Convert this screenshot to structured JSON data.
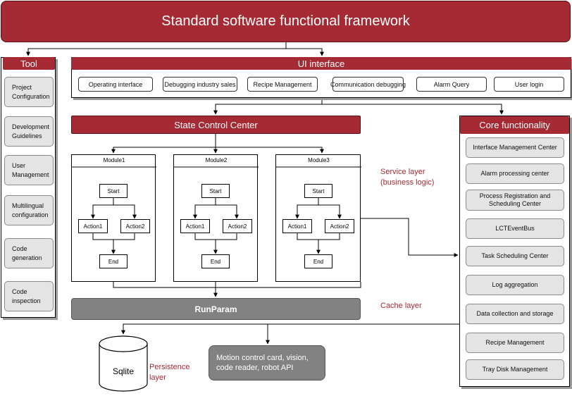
{
  "title": "Standard software functional framework",
  "tool": {
    "header": "Tool",
    "items": [
      [
        "Project",
        "Configuration"
      ],
      [
        "Development",
        "Guidelines"
      ],
      [
        "User",
        "Management"
      ],
      [
        "Multilingual",
        "configuration"
      ],
      [
        "Code",
        "generation"
      ],
      [
        "Code",
        "inspection"
      ]
    ]
  },
  "ui": {
    "header": "UI interface",
    "buttons": [
      "Operating interface",
      "Debugging industry sales",
      "Recipe Management",
      "Communication debugging",
      "Alarm Query",
      "User login"
    ]
  },
  "state_control": {
    "header": "State Control Center"
  },
  "modules": [
    {
      "name": "Module1",
      "start": "Start",
      "action1": "Action1",
      "action2": "Action2",
      "end": "End"
    },
    {
      "name": "Module2",
      "start": "Start",
      "action1": "Action1",
      "action2": "Action2",
      "end": "End"
    },
    {
      "name": "Module3",
      "start": "Start",
      "action1": "Action1",
      "action2": "Action2",
      "end": "End"
    }
  ],
  "service_layer": [
    "Service layer",
    "(business logic)"
  ],
  "cache_layer": "Cache layer",
  "runparam": "RunParam",
  "sqlite": "Sqlite",
  "persistence_layer": [
    "Persistence",
    "layer"
  ],
  "motion": [
    "Motion control card, vision,",
    "code reader, robot API"
  ],
  "core": {
    "header": "Core functionality",
    "items": [
      [
        "Interface Management Center"
      ],
      [
        "Alarm processing center"
      ],
      [
        "Process Registration and",
        "Scheduling Center"
      ],
      [
        "LCTEventBus"
      ],
      [
        "Task Scheduling Center"
      ],
      [
        "Log aggregation"
      ],
      [
        "Data collection and storage"
      ],
      [
        "Recipe Management"
      ],
      [
        "Tray Disk Management"
      ]
    ]
  },
  "colors": {
    "accent_red": "#a52a34",
    "gray_block": "#828282",
    "light_gray": "#e4e4e4"
  }
}
